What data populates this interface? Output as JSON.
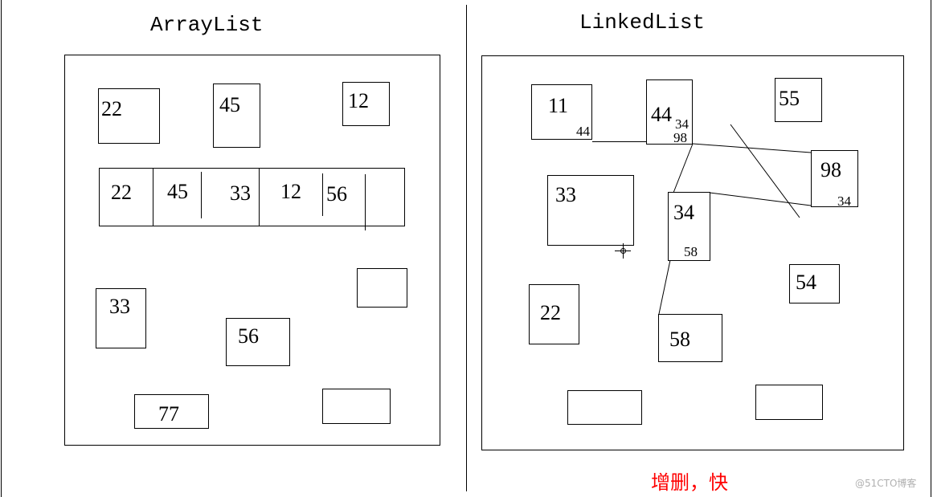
{
  "arraylist": {
    "title": "ArrayList",
    "boxes": [
      "22",
      "45",
      "12",
      "33",
      "56",
      "77"
    ],
    "array_cells": [
      "22",
      "45",
      "33",
      "12",
      "56"
    ]
  },
  "linkedlist": {
    "title": "LinkedList",
    "nodes": {
      "n11": "11",
      "n11_next": "44",
      "n44": "44",
      "n44_next": "34",
      "n44_prev": "98",
      "n55": "55",
      "n98": "98",
      "n98_next": "34",
      "n33": "33",
      "n34": "34",
      "n34_next": "58",
      "n54": "54",
      "n22": "22",
      "n58": "58"
    },
    "note": "增删，快"
  },
  "watermark": "@51CTO博客"
}
